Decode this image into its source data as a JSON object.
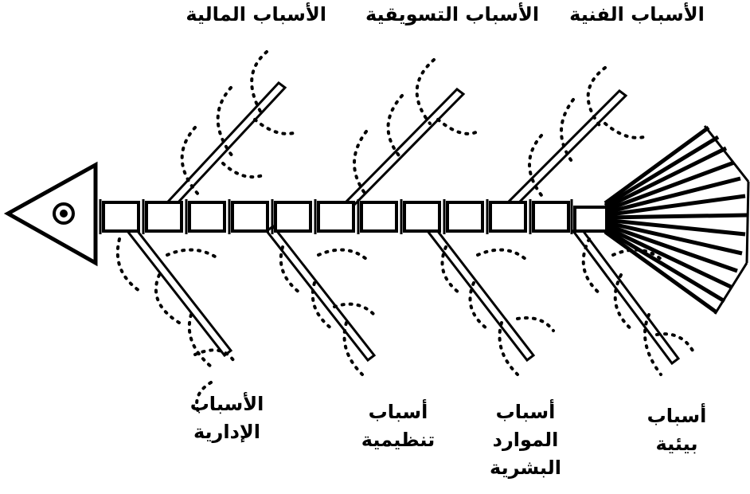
{
  "diagram": {
    "type": "fishbone",
    "colors": {
      "ink": "#000000",
      "paper": "#ffffff"
    },
    "top_labels": [
      {
        "id": "financial",
        "text": "الأسباب المالية"
      },
      {
        "id": "marketing",
        "text": "الأسباب التسويقية"
      },
      {
        "id": "technical",
        "text": "الأسباب الفنية"
      }
    ],
    "bottom_labels": [
      {
        "id": "administrative",
        "lines": [
          "الأسباب",
          "الإدارية"
        ]
      },
      {
        "id": "organizational",
        "lines": [
          "أسباب",
          "تنظيمية"
        ]
      },
      {
        "id": "human_resources",
        "lines": [
          "أسباب",
          "الموارد",
          "البشرية"
        ]
      },
      {
        "id": "environmental",
        "lines": [
          "أسباب",
          "بيئية"
        ]
      }
    ]
  }
}
